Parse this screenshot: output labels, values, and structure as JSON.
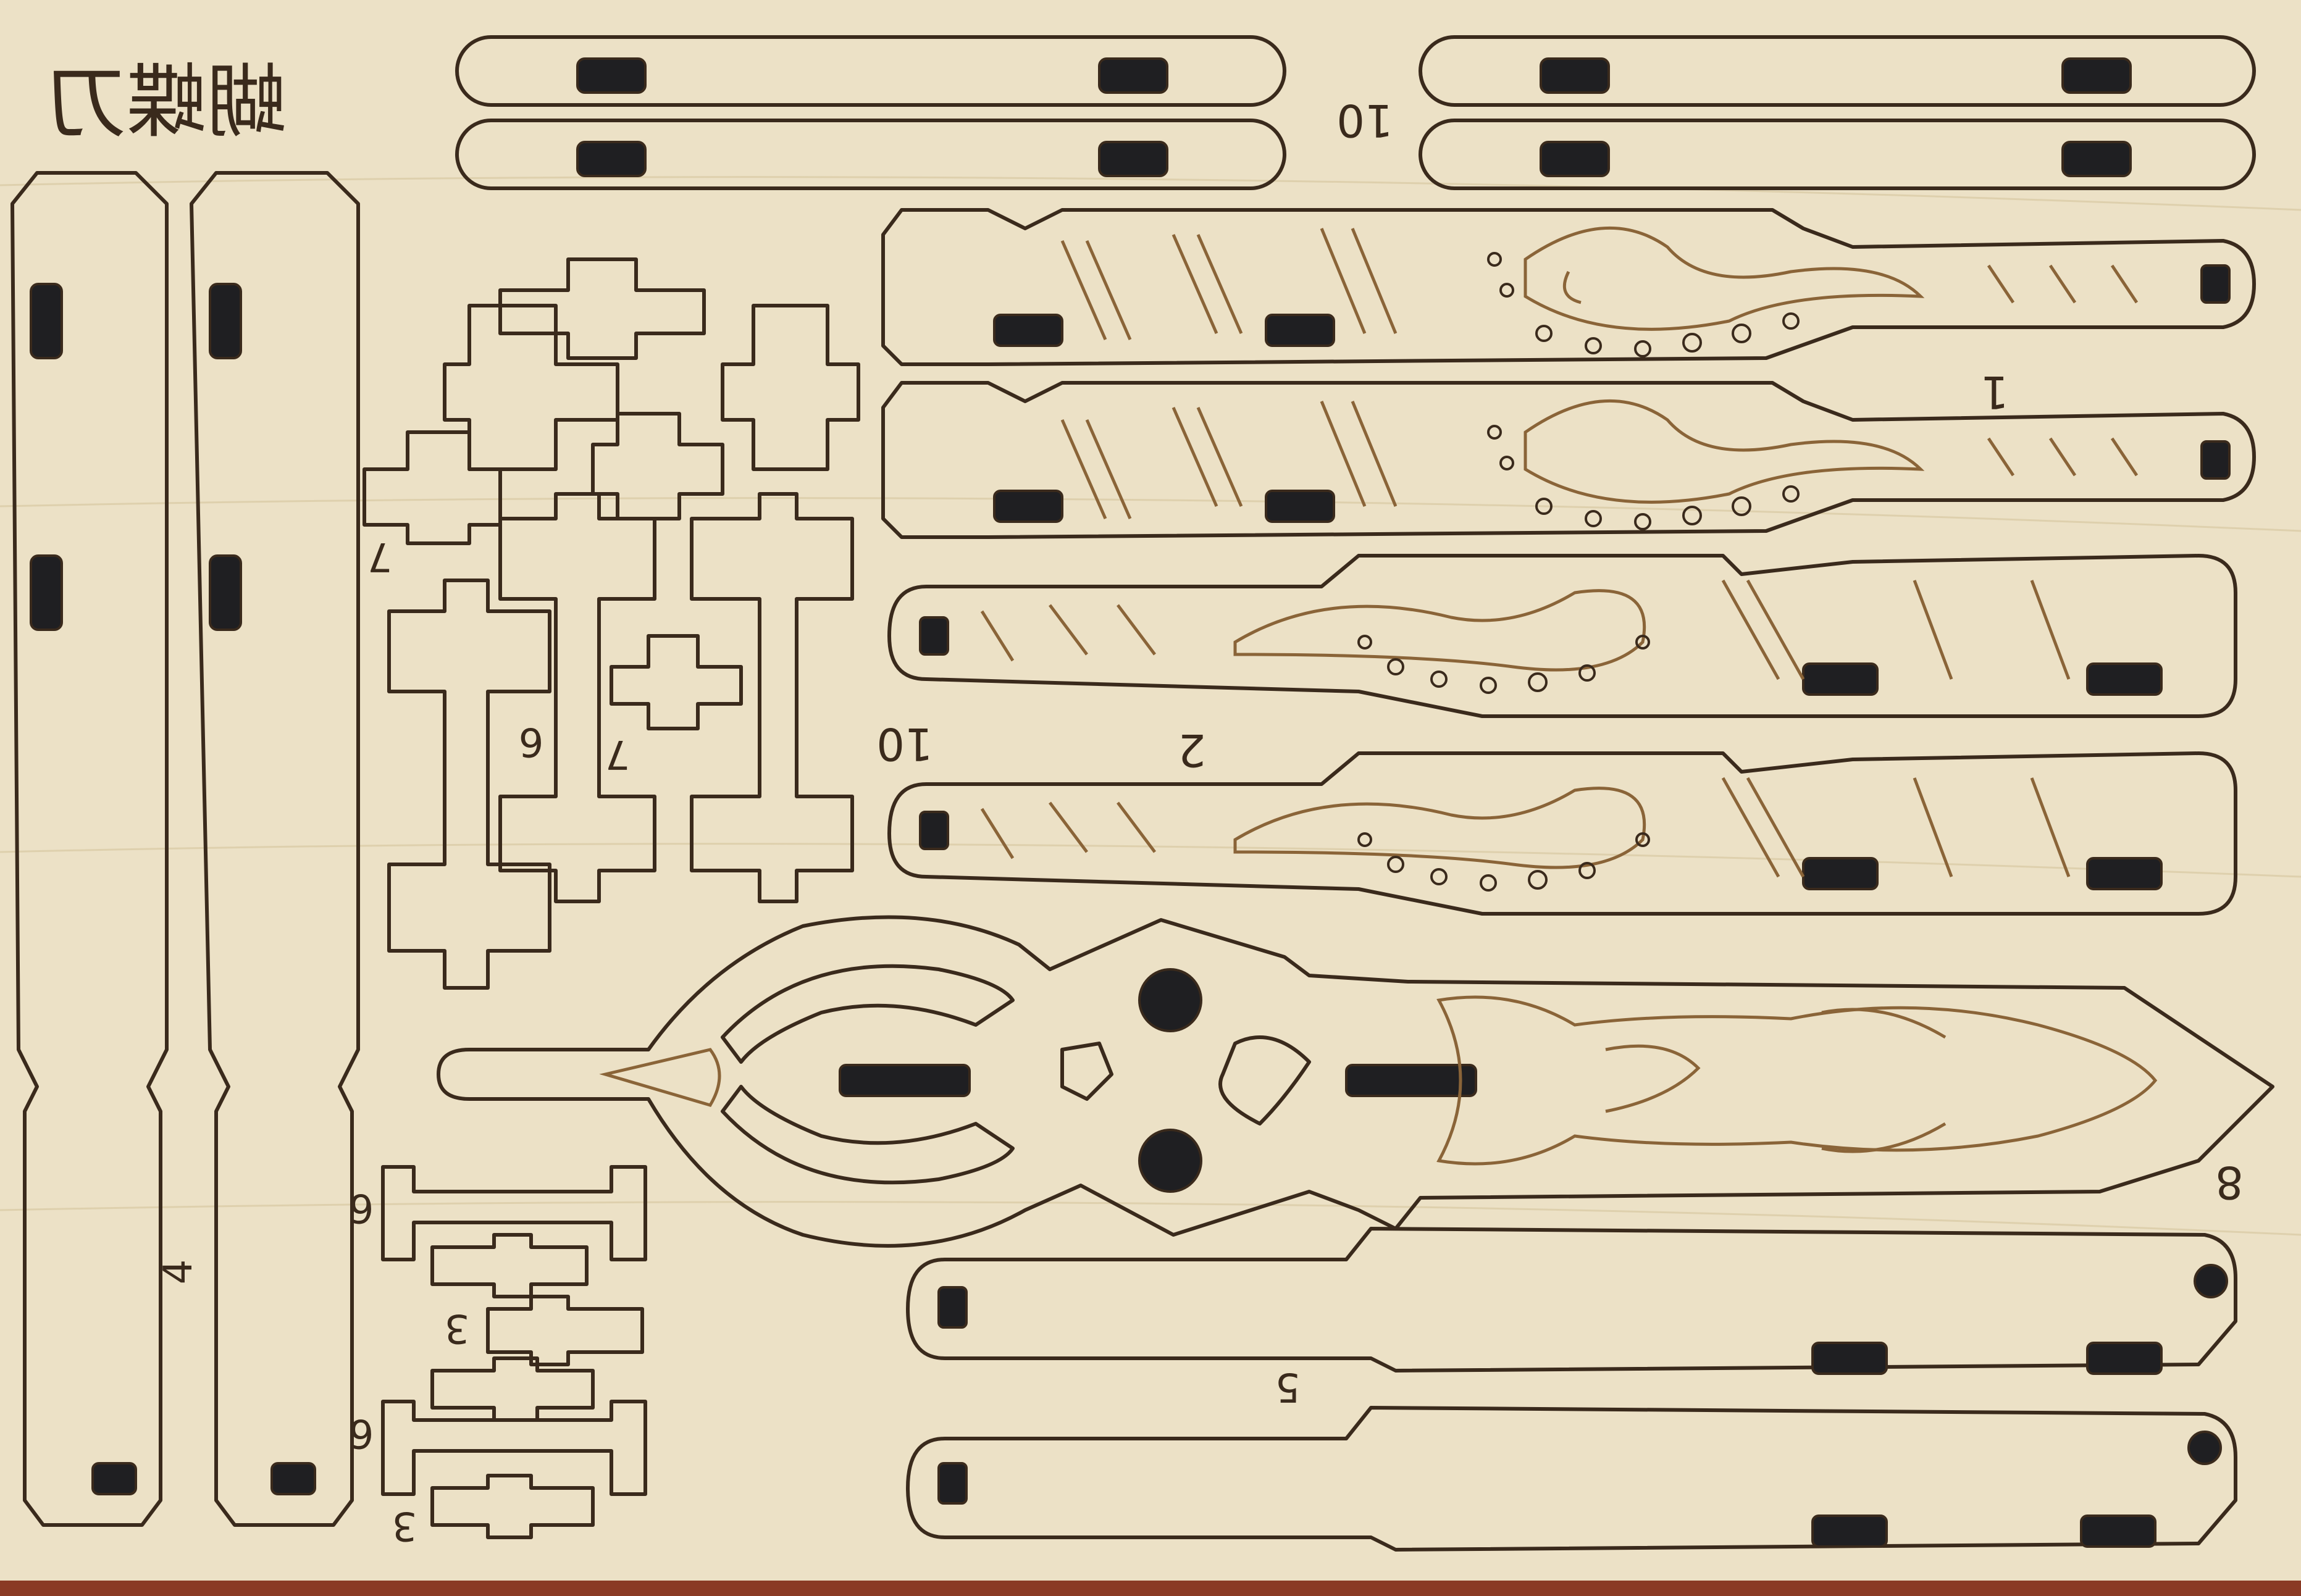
{
  "sheet": {
    "colors": {
      "wood": "#ece1c6",
      "grain": "#d9c9a3",
      "cut_line": "#3a2a1c",
      "engrave": "#8a6438",
      "slot_fill": "#1f1f22",
      "background": "#8a3a24"
    },
    "title_text": "蝴蝶刀",
    "part_numbers": {
      "p1": "1",
      "p2": "2",
      "p3a": "3",
      "p3b": "3",
      "p4": "4",
      "p5": "5",
      "p6a": "6",
      "p6b": "6",
      "p6c": "6",
      "p7a": "7",
      "p7b": "7",
      "p8": "8",
      "p10a": "10",
      "p10b": "10"
    }
  }
}
